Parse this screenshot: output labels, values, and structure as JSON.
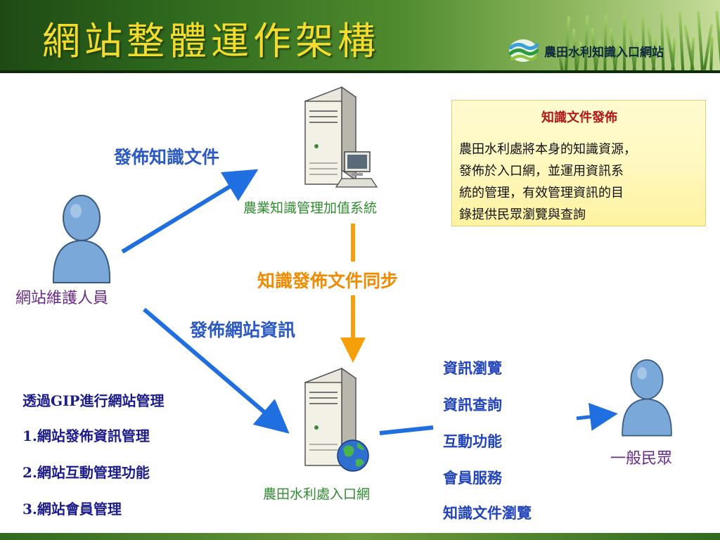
{
  "title": "網站整體運作架構",
  "logo": {
    "text": "農田水利知識入口網站",
    "icon": "wave-logo-icon"
  },
  "nodes": {
    "km_system": "農業知識管理加值系統",
    "portal": "農田水利處入口網",
    "maintainer": "網站維護人員",
    "public": "一般民眾"
  },
  "edges": {
    "publish_docs": "發佈知識文件",
    "sync": "知識發佈文件同步",
    "publish_info": "發佈網站資訊"
  },
  "infobox": {
    "title": "知識文件發佈",
    "lines": [
      "農田水利處將本身的知識資源，",
      "發佈於入口網，並運用資訊系",
      "統的管理，有效管理資訊的目",
      "錄提供民眾瀏覽與查詢"
    ]
  },
  "gip": {
    "heading": "透過GIP進行網站管理",
    "items": [
      "1.網站發佈資訊管理",
      "2.網站互動管理功能",
      "3.網站會員管理"
    ]
  },
  "services": [
    "資訊瀏覽",
    "資訊查詢",
    "互動功能",
    "會員服務",
    "知識文件瀏覽"
  ],
  "icons": {
    "server_top": "server-computer-icon",
    "server_bottom": "server-globe-icon",
    "maintainer": "person-icon",
    "public": "person-icon"
  },
  "colors": {
    "title": "#f3dc2c",
    "blue_label": "#2b59c3",
    "orange_label": "#f08a00",
    "green_label": "#2e8b2e",
    "purple_label": "#6a2a8a",
    "arrow_blue": "#1f6fe0",
    "arrow_orange": "#f5a00a"
  }
}
